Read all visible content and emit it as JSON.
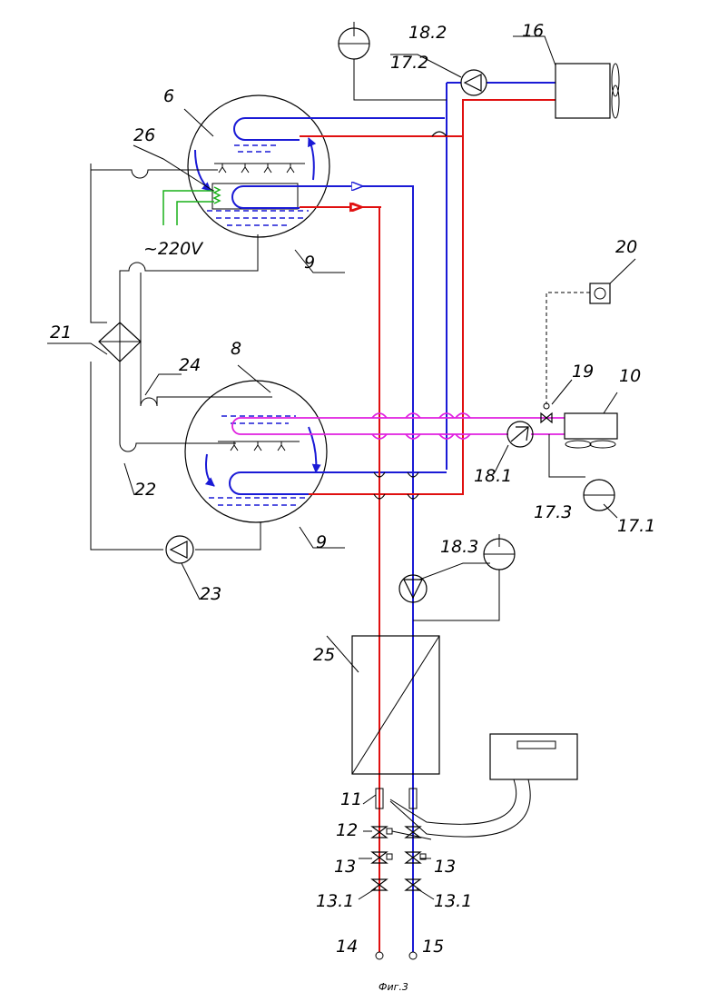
{
  "labels": {
    "l6": "6",
    "l8": "8",
    "l9a": "9",
    "l9b": "9",
    "l10": "10",
    "l11": "11",
    "l12": "12",
    "l13a": "13",
    "l13b": "13",
    "l131a": "13.1",
    "l131b": "13.1",
    "l14": "14",
    "l15": "15",
    "l16": "16",
    "l171": "17.1",
    "l172": "17.2",
    "l173": "17.3",
    "l181": "18.1",
    "l182": "18.2",
    "l183": "18.3",
    "l19": "19",
    "l20": "20",
    "l21": "21",
    "l22": "22",
    "l23": "23",
    "l24": "24",
    "l25": "25",
    "l26": "26",
    "voltage": "~220V"
  },
  "caption": "Фиг.3",
  "colors": {
    "cold_line": "#1a1ad6",
    "hot_line": "#e01010",
    "refrigerant_line": "#e020e0",
    "heater": "#18b018"
  }
}
